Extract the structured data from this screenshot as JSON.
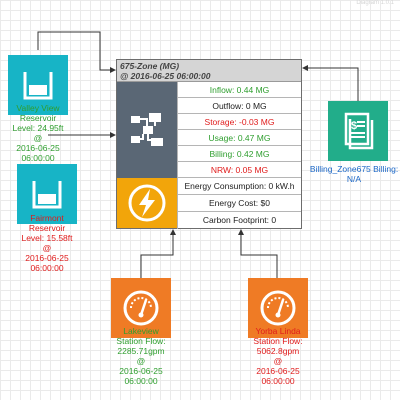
{
  "diagram": {
    "watermark": "Diagram 1.0.1",
    "zone": {
      "title": "675-Zone (MG)",
      "timestamp": "@ 2016-06-25 06:00:00",
      "metrics": [
        {
          "text": "Inflow: 0.44 MG",
          "color": "#2e9e2e"
        },
        {
          "text": "Outflow: 0 MG",
          "color": "#222222"
        },
        {
          "text": "Storage: -0.03 MG",
          "color": "#e01b1b"
        },
        {
          "text": "Usage: 0.47 MG",
          "color": "#2e9e2e"
        },
        {
          "text": "Billing: 0.42 MG",
          "color": "#2e9e2e"
        },
        {
          "text": "NRW: 0.05 MG",
          "color": "#e01b1b"
        }
      ],
      "energy": [
        "Energy Consumption: 0 kW.h",
        "Energy Cost: $0",
        "Carbon Footprint: 0"
      ]
    },
    "valley_view": {
      "name_line1": "Valley View",
      "name_line2": "Reservoir",
      "level": "Level: 24.95ft",
      "at": "@",
      "date": "2016-06-25",
      "time": "06:00:00"
    },
    "fairmont": {
      "name_line1": "Fairmont",
      "name_line2": "Reservoir",
      "level": "Level: 15.58ft",
      "at": "@",
      "date": "2016-06-25",
      "time": "06:00:00"
    },
    "lakeview": {
      "name_line1": "Lakeview",
      "name_line2": "Station Flow:",
      "flow": "2285.71gpm",
      "at": "@",
      "date": "2016-06-25",
      "time": "06:00:00"
    },
    "yorba_linda": {
      "name_line1": "Yorba Linda",
      "name_line2": "Station Flow:",
      "flow": "5062.8gpm",
      "at": "@",
      "date": "2016-06-25",
      "time": "06:00:00"
    },
    "billing": {
      "name": "Billing_Zone675 Billing:",
      "value": "N/A"
    },
    "colors": {
      "teal": "#17b4c6",
      "orange": "#ef7b25",
      "green_tile": "#22ad8a",
      "zone_dark": "#5a6775",
      "zone_orange": "#f2a50a",
      "ok_text": "#2e9e2e",
      "alert_text": "#e01b1b",
      "info_text": "#1b67c7"
    }
  }
}
